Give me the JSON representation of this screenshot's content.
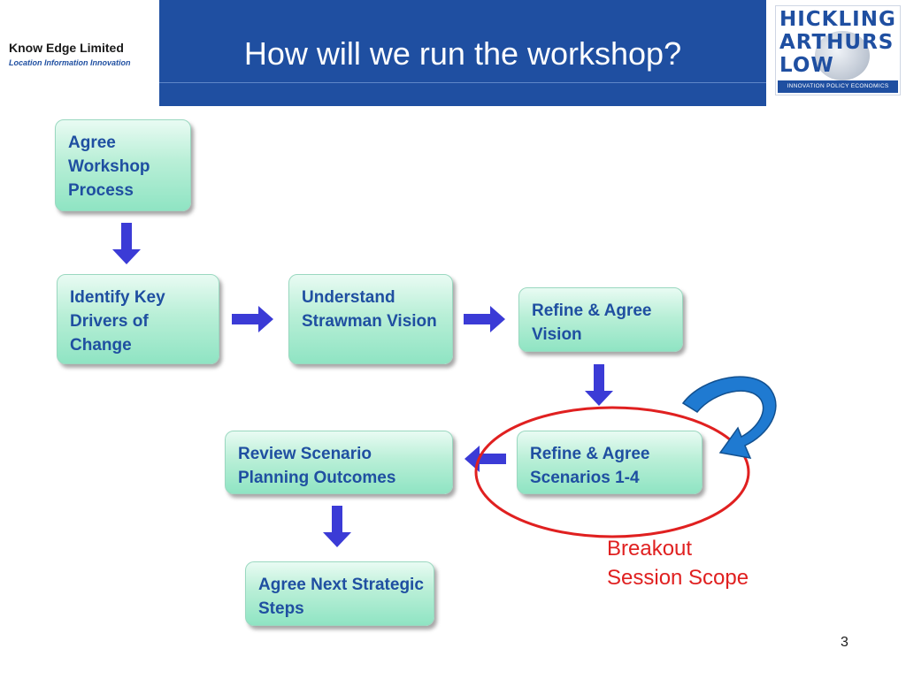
{
  "header": {
    "company_name": "Know Edge Limited",
    "company_tagline": "Location Information Innovation",
    "title": "How will we run the workshop?"
  },
  "logo": {
    "lines": [
      "HICKLING",
      "ARTHURS",
      "LOW"
    ],
    "strip": "INNOVATION POLICY ECONOMICS"
  },
  "steps": {
    "agree_process": "Agree Workshop Process",
    "identify_drivers": "Identify Key Drivers of Change",
    "understand_vision": "Understand Strawman Vision",
    "refine_vision": "Refine & Agree Vision",
    "refine_scenarios": "Refine & Agree Scenarios 1-4",
    "review_outcomes": "Review Scenario Planning Outcomes",
    "next_steps": "Agree Next Strategic Steps"
  },
  "annotation": {
    "line1": "Breakout",
    "line2": "Session Scope"
  },
  "footer": {
    "page_number": "3"
  },
  "colors": {
    "header_band": "#1f4fa1",
    "box_text": "#1f4fa1",
    "arrow": "#3b3bd6",
    "highlight_ring": "#e02020",
    "loop_arrow": "#1f7ad1"
  }
}
